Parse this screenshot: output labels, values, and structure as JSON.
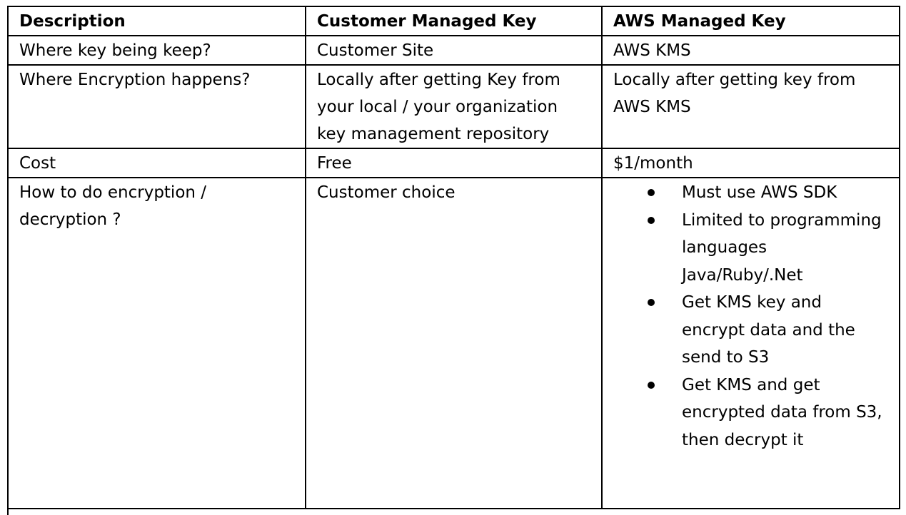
{
  "table": {
    "headers": [
      "Description",
      "Customer Managed Key",
      "AWS Managed Key"
    ],
    "rows": [
      {
        "description": "Where key being keep?",
        "customer": "Customer Site",
        "aws": "AWS KMS"
      },
      {
        "description": "Where Encryption happens?",
        "customer": "Locally after getting Key from your local / your organization key management repository",
        "aws": "Locally after getting key from AWS KMS"
      },
      {
        "description": "Cost",
        "customer": "Free",
        "aws": "$1/month"
      },
      {
        "description": "How to do encryption / decryption  ?",
        "customer": "Customer choice",
        "aws_bullets": [
          "Must use AWS SDK",
          "Limited to programming languages Java/Ruby/.Net",
          "Get KMS key and encrypt data and the send to S3",
          "Get KMS and get encrypted data from S3, then decrypt it"
        ]
      }
    ]
  }
}
